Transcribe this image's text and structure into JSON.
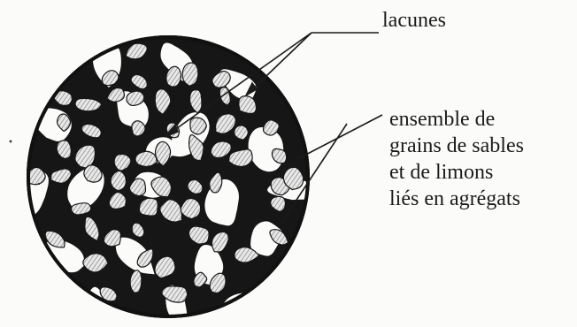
{
  "labels": {
    "pores": "lacunes",
    "aggregate_lines": [
      "ensemble de",
      "grains de sables",
      "et de limons",
      "liés en agrégats"
    ]
  },
  "colors": {
    "ink": "#1b1b1b",
    "paper": "#fbfbf9",
    "grain_fill": "#e6e6e6",
    "grain_hatch": "#8c8c8c"
  }
}
